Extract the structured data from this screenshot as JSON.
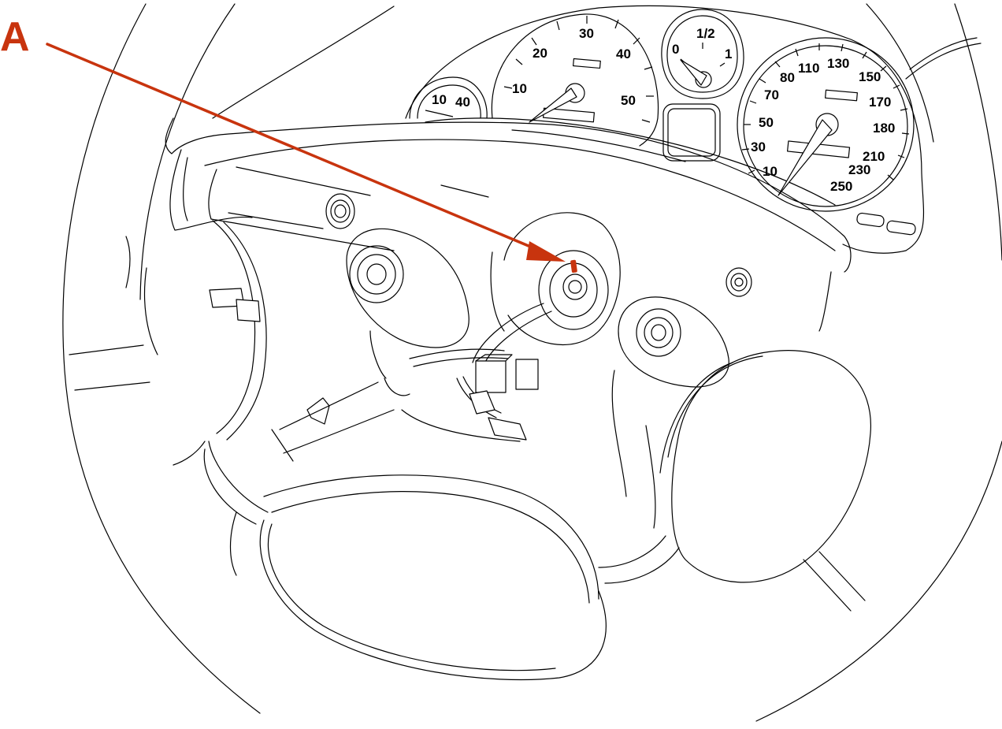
{
  "callout": {
    "label": "A",
    "color": "#c8340e"
  },
  "gauges": {
    "small_left": {
      "labels": [
        "10",
        "40"
      ]
    },
    "tachometer": {
      "labels": [
        "10",
        "20",
        "30",
        "40",
        "50"
      ]
    },
    "fuel": {
      "labels": [
        "0",
        "1/2",
        "1"
      ]
    },
    "speedometer": {
      "labels": [
        "10",
        "30",
        "50",
        "70",
        "80",
        "110",
        "130",
        "150",
        "170",
        "180",
        "210",
        "230",
        "250"
      ]
    }
  },
  "colors": {
    "line": "#000000",
    "background": "#ffffff"
  }
}
